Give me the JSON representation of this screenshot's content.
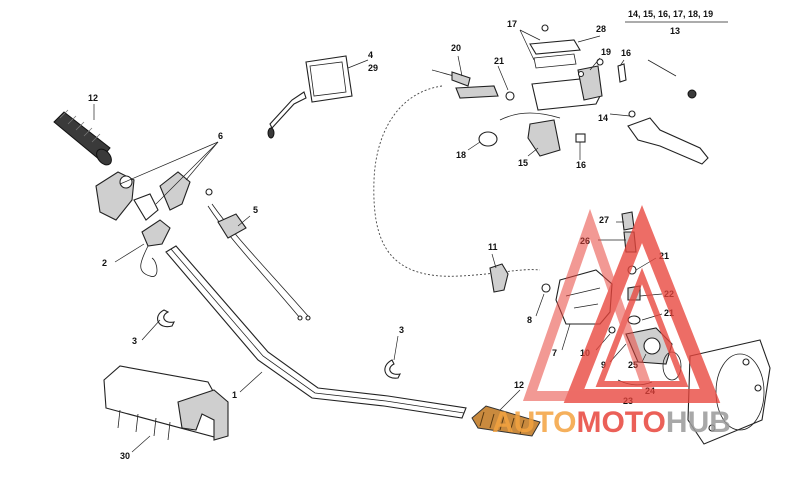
{
  "header": {
    "line1": "14, 15, 16, 17, 18, 19",
    "line2": "13"
  },
  "callouts": {
    "c1": "1",
    "c2": "2",
    "c3a": "3",
    "c3b": "3",
    "c4": "4",
    "c29": "29",
    "c5": "5",
    "c6": "6",
    "c7": "7",
    "c8": "8",
    "c9": "9",
    "c10": "10",
    "c11": "11",
    "c12a": "12",
    "c12b": "12",
    "c14": "14",
    "c15": "15",
    "c16a": "16",
    "c16b": "16",
    "c17": "17",
    "c18": "18",
    "c19": "19",
    "c20": "20",
    "c21a": "21",
    "c21b": "21",
    "c21c": "21",
    "c22": "22",
    "c23": "23",
    "c24": "24",
    "c25": "25",
    "c26": "26",
    "c27": "27",
    "c28": "28",
    "c30": "30"
  },
  "watermark": {
    "part1": "AUTO",
    "part2": "MOTO",
    "part3": "HUB"
  },
  "colors": {
    "watermark_red": "#e8453c",
    "watermark_orange": "#f4a340",
    "watermark_gray": "#9a9a9a"
  }
}
